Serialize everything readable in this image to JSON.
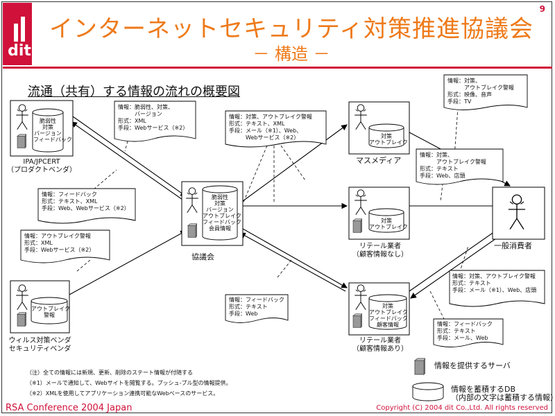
{
  "slide": {
    "page_number": "9",
    "title": "インターネットセキュリティ対策推進協議会",
    "subtitle": "－ 構造 －",
    "logo_text": "dit",
    "section_heading": "流通（共有）する情報の流れの概要図",
    "footer_left": "RSA Conference 2004 Japan",
    "footer_right": "Copyright (C) 2004 dit Co.,Ltd. All rights reserved"
  },
  "nodes": {
    "ipa": {
      "name": "IPA/JPCERT\n（プロダクトベンダ）",
      "db": "脆弱性\n対策\nバージョン\nフィードバック"
    },
    "council": {
      "name": "協議会",
      "db": "脆弱性\n対策\nバージョン\nアウトブレイク\nフィードバック\n会員情報"
    },
    "virus": {
      "name": "ウィルス対策ベンダ\nセキュリティベンダ",
      "db": "アウトブレイク\n警報"
    },
    "media": {
      "name": "マスメディア",
      "db": "対策\nアウトブレイク"
    },
    "retail_no": {
      "name": "リテール業者\n（顧客情報なし）",
      "db": "対策\nアウトブレイク"
    },
    "retail_yes": {
      "name": "リテール業者\n（顧客情報あり）",
      "db": "対策\nアウトブレイク\nフィードバック\n顧客情報"
    },
    "consumer": {
      "name": "一般消費者"
    }
  },
  "labels": {
    "ipa_flow": "情報：脆弱性、対策、\n　　　バージョン\n形式：XML\n手段：Webサービス（※2）",
    "feedback_ipa": "情報：フィードバック\n形式：テキスト、XML\n手段：Web、Webサービス（※2）",
    "virus_flow": "情報：アウトブレイク警報\n形式：XML\n手段：Webサービス（※2）",
    "media_flow": "情報：対策、アウトブレイク警報\n形式：テキスト、XML\n手段：メール（※1）、Web、\n　　　Webサービス（※2）",
    "feedback_retail": "情報：フィードバック\n形式：テキスト\n手段：Web",
    "media_consumer": "情報：対策、\n　　　アウトブレイク警報\n形式：映像、音声\n手段：TV",
    "retail_consumer": "情報：対策、\n　　　アウトブレイク警報\n形式：テキスト\n手段：Web、店頭",
    "retail_yes_consumer": "情報：対策、アウトブレイク警報\n形式：テキスト\n手段：メール（※1）、Web、店頭",
    "consumer_feedback": "情報：フィードバック\n形式：テキスト\n手段：メール、Web"
  },
  "notes": [
    "（注）全ての情報には新規、更新、削除のステート情報が付随する",
    "（※1）メールで通知して、Webサイトを閲覧する。プッシュ-プル型の情報提供。",
    "（※2）XMLを使用してアプリケーション連携可能なWebベースのサービス。"
  ],
  "legend": {
    "server": "情報を提供するサーバ",
    "db": "情報を蓄積するDB\n（内部の文字は蓄積する情報）"
  },
  "colors": {
    "accent": "#d0113a",
    "title": "#ee7a1a"
  }
}
